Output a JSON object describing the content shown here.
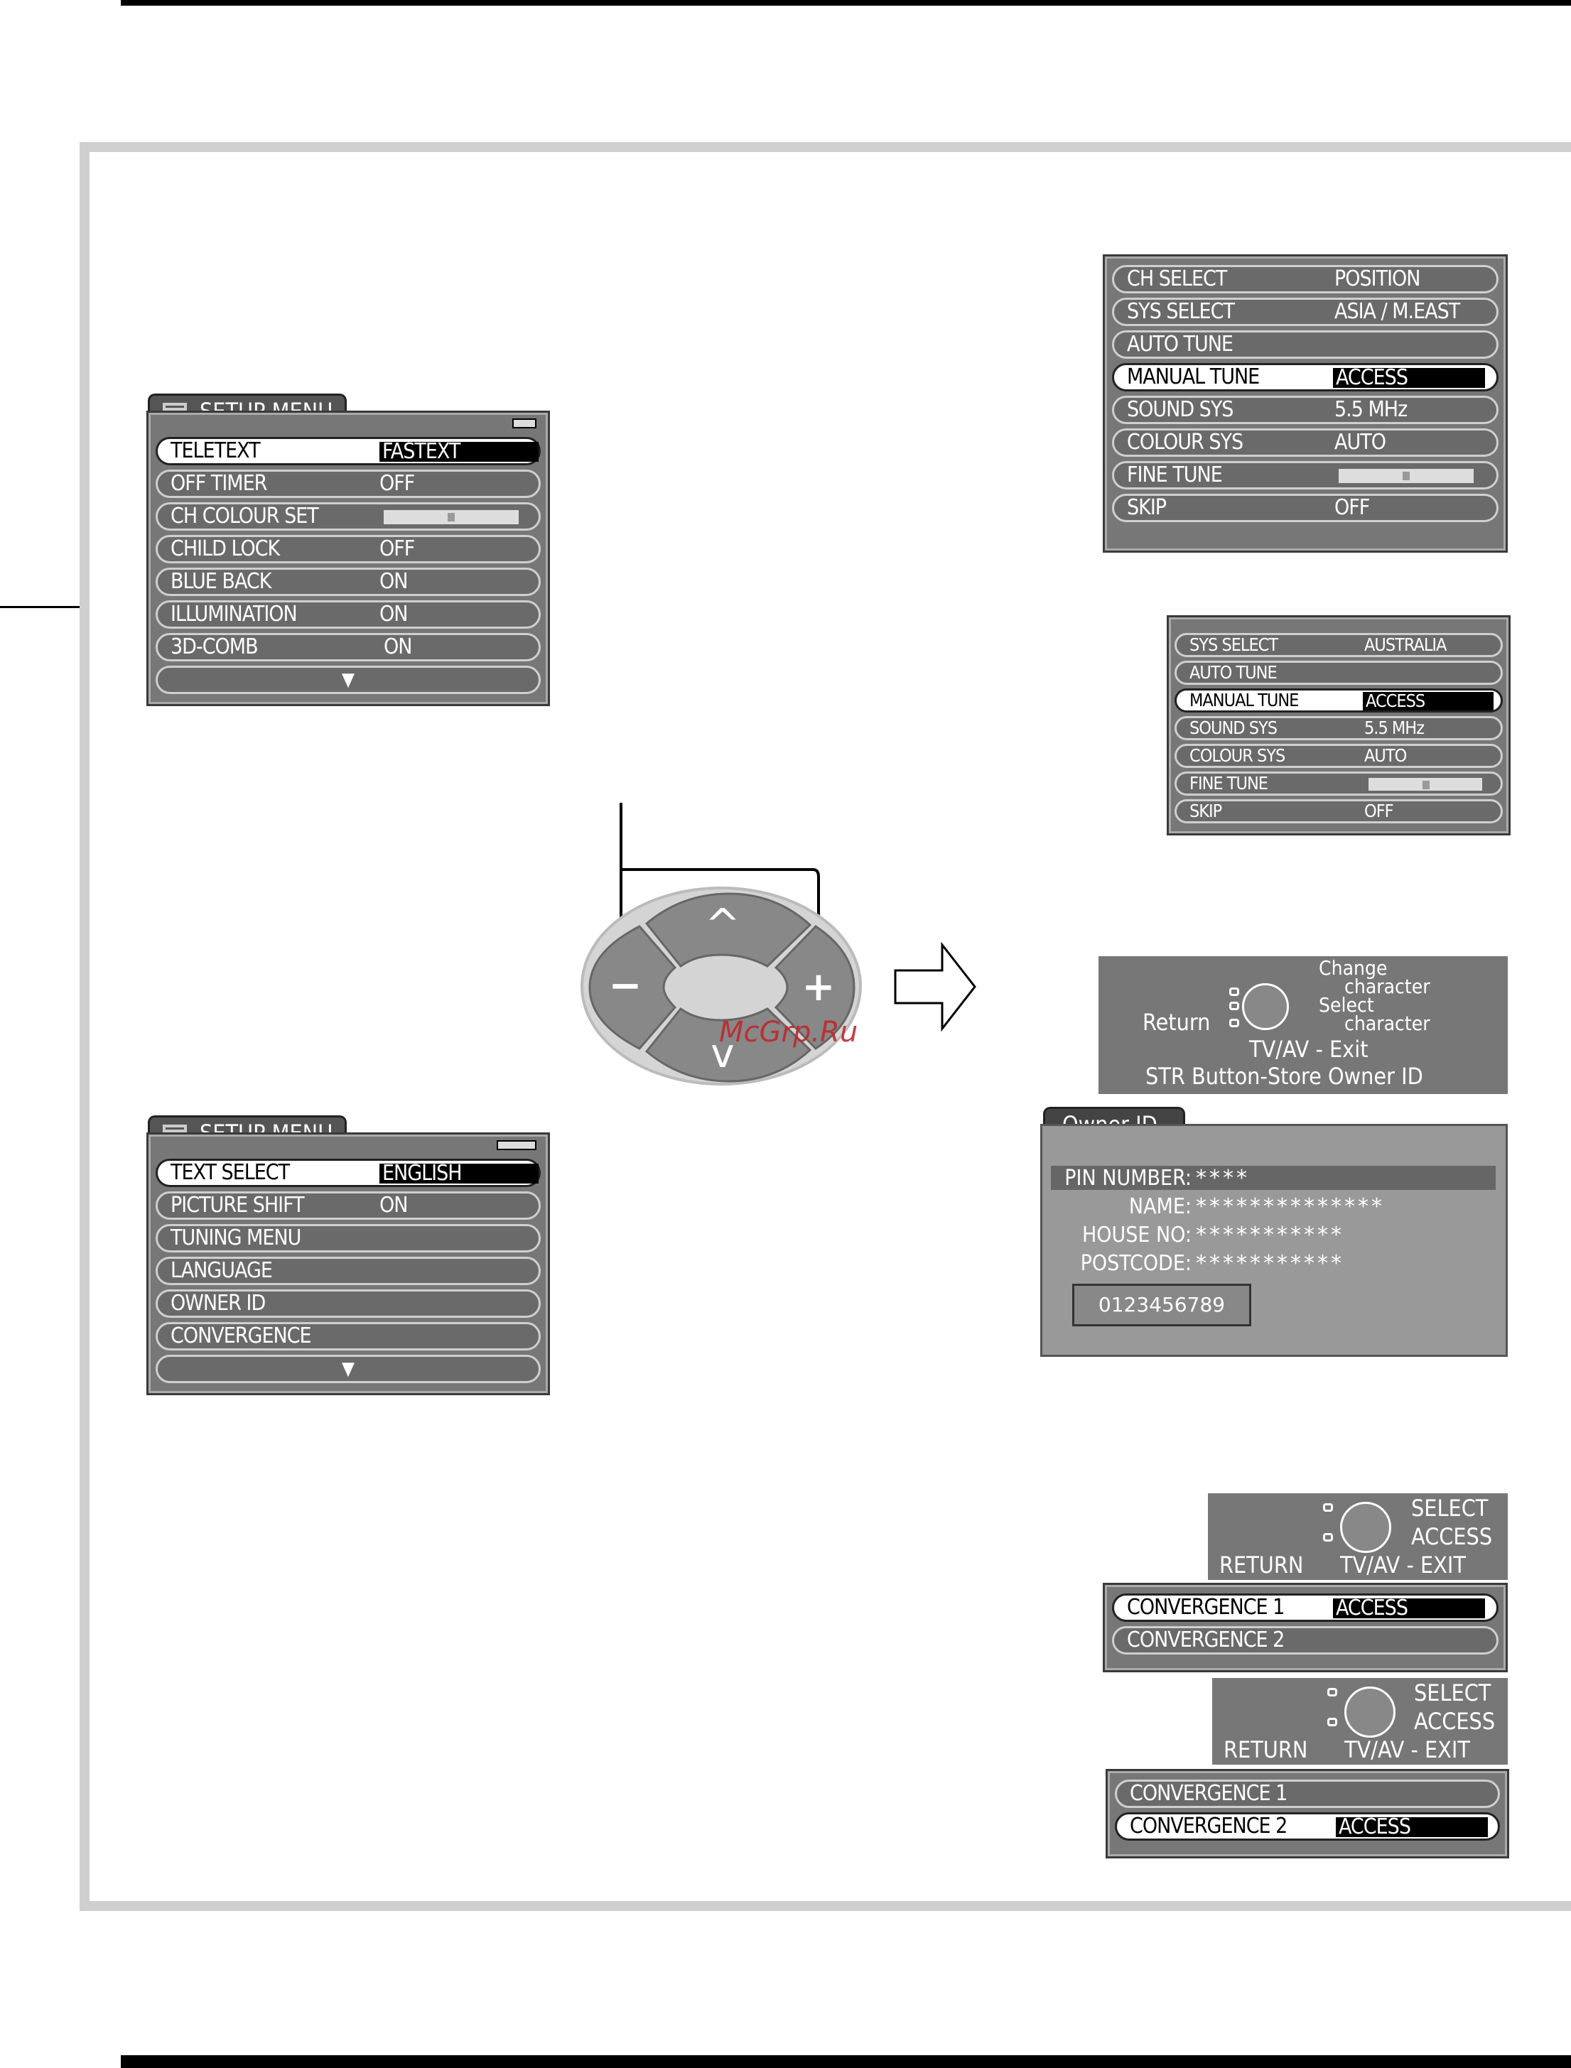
{
  "setup_menu_1": {
    "title": "SETUP MENU",
    "rows": [
      {
        "label": "TELETEXT",
        "value": "FASTEXT"
      },
      {
        "label": "OFF TIMER",
        "value": "OFF"
      },
      {
        "label": "CH COLOUR SET",
        "value": ""
      },
      {
        "label": "CHILD LOCK",
        "value": "OFF"
      },
      {
        "label": "BLUE BACK",
        "value": "ON"
      },
      {
        "label": "ILLUMINATION",
        "value": "ON"
      },
      {
        "label": "3D-COMB",
        "value": "ON"
      }
    ],
    "more_arrow": "▼"
  },
  "setup_menu_2": {
    "title": "SETUP MENU",
    "rows": [
      {
        "label": "TEXT SELECT",
        "value": "ENGLISH"
      },
      {
        "label": "PICTURE SHIFT",
        "value": "ON"
      },
      {
        "label": "TUNING MENU",
        "value": ""
      },
      {
        "label": "LANGUAGE",
        "value": ""
      },
      {
        "label": "OWNER ID",
        "value": ""
      },
      {
        "label": "CONVERGENCE",
        "value": ""
      }
    ],
    "more_arrow": "▼"
  },
  "tuning_menu_asia": {
    "rows": [
      {
        "label": "CH SELECT",
        "value": "POSITION"
      },
      {
        "label": "SYS SELECT",
        "value": "ASIA / M.EAST"
      },
      {
        "label": "AUTO TUNE",
        "value": ""
      },
      {
        "label": "MANUAL TUNE",
        "value": "ACCESS"
      },
      {
        "label": "SOUND SYS",
        "value": "5.5 MHz"
      },
      {
        "label": "COLOUR SYS",
        "value": "AUTO"
      },
      {
        "label": "FINE TUNE",
        "value": ""
      },
      {
        "label": "SKIP",
        "value": "OFF"
      }
    ]
  },
  "tuning_menu_australia": {
    "rows": [
      {
        "label": "SYS SELECT",
        "value": "AUSTRALIA"
      },
      {
        "label": "AUTO TUNE",
        "value": ""
      },
      {
        "label": "MANUAL TUNE",
        "value": "ACCESS"
      },
      {
        "label": "SOUND SYS",
        "value": "5.5 MHz"
      },
      {
        "label": "COLOUR SYS",
        "value": "AUTO"
      },
      {
        "label": "FINE TUNE",
        "value": ""
      },
      {
        "label": "SKIP",
        "value": "OFF"
      }
    ]
  },
  "remote_pad": {
    "up": "^",
    "down": "v",
    "minus": "−",
    "plus": "+"
  },
  "owner_help": {
    "change": "Change",
    "character1": "character",
    "select": "Select",
    "character2": "character",
    "return": "Return",
    "exit": "TV/AV - Exit",
    "store": "STR Button-Store Owner ID"
  },
  "owner_id": {
    "title": "Owner ID",
    "pin_label": "PIN NUMBER:",
    "pin_value": "****",
    "name_label": "NAME:",
    "name_value": "**************",
    "house_label": "HOUSE NO:",
    "house_value": "***********",
    "post_label": "POSTCODE:",
    "post_value": "***********",
    "digits": "0123456789"
  },
  "conv_help_1": {
    "select": "SELECT",
    "access": "ACCESS",
    "return": "RETURN",
    "exit": "TV/AV - EXIT"
  },
  "conv_menu_1": {
    "rows": [
      {
        "label": "CONVERGENCE 1",
        "value": "ACCESS"
      },
      {
        "label": "CONVERGENCE 2",
        "value": ""
      }
    ]
  },
  "conv_help_2": {
    "select": "SELECT",
    "access": "ACCESS",
    "return": "RETURN",
    "exit": "TV/AV - EXIT"
  },
  "conv_menu_2": {
    "rows": [
      {
        "label": "CONVERGENCE 1",
        "value": ""
      },
      {
        "label": "CONVERGENCE 2",
        "value": "ACCESS"
      }
    ]
  },
  "watermark": "McGrp.Ru",
  "colors": {
    "menu_bg": "#777777",
    "highlight": "#000000",
    "frame": "#cfcfcf"
  }
}
